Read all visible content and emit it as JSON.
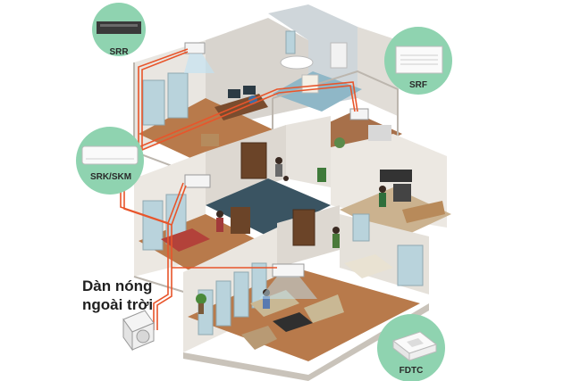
{
  "units": {
    "srr": {
      "label": "SRR",
      "icon": "ducted-unit-icon"
    },
    "srf": {
      "label": "SRF",
      "icon": "floor-console-unit-icon"
    },
    "srk": {
      "label": "SRK/SKM",
      "icon": "wall-mounted-unit-icon"
    },
    "fdtc": {
      "label": "FDTC",
      "icon": "ceiling-cassette-unit-icon"
    }
  },
  "outdoor": {
    "line1": "Dàn nóng",
    "line2": "ngoài trời",
    "icon": "outdoor-condenser-icon"
  },
  "colors": {
    "badge": "#8fd3b0",
    "pipe": "#e8552b",
    "floor": "#b87a4b",
    "wall": "#e6e2dc",
    "tile": "#3a5462"
  }
}
